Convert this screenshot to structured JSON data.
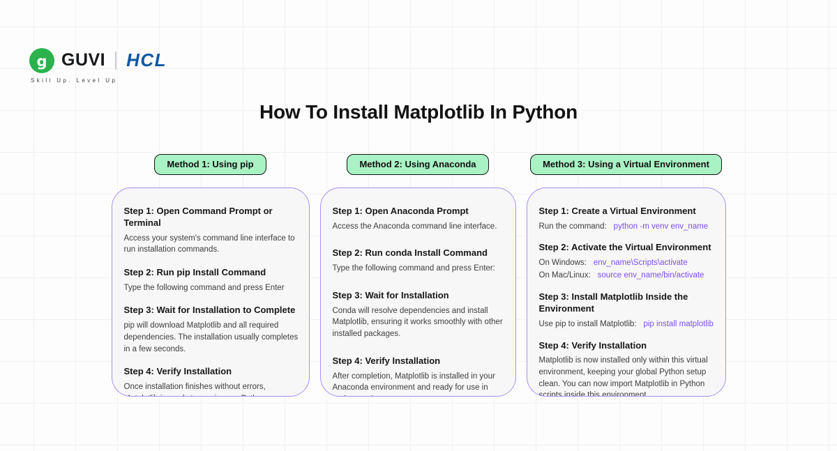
{
  "brand": {
    "guvi": "GUVI",
    "hcl": "HCL",
    "tagline": "Skill Up. Level Up"
  },
  "title": "How To Install Matplotlib In Python",
  "colors": {
    "pill_bg": "#A9F2C4",
    "pill_border": "#141414",
    "card_bg": "#F7F7F7",
    "card_border": "#A98FF5",
    "command_text": "#7C4DF0",
    "guvi_green": "#2BB24C",
    "hcl_blue": "#0E57A5"
  },
  "methods": [
    {
      "pill": "Method 1: Using pip",
      "steps": [
        {
          "heading": "Step 1: Open Command Prompt or Terminal",
          "text": "Access your system's command line interface to run installation commands."
        },
        {
          "heading": "Step 2: Run pip Install Command",
          "text": "Type the following command and press Enter"
        },
        {
          "heading": "Step 3: Wait for Installation to Complete",
          "text": "pip will download Matplotlib and all required dependencies. The installation usually completes in a few seconds."
        },
        {
          "heading": "Step 4: Verify Installation",
          "text": "Once installation finishes without errors, Matplotlib is ready to use in your Python projects. You can now import it in Python scripts to start creating plots."
        }
      ]
    },
    {
      "pill": "Method 2: Using Anaconda",
      "steps": [
        {
          "heading": "Step 1: Open Anaconda Prompt",
          "text": "Access the Anaconda command line interface."
        },
        {
          "heading": "Step 2: Run conda Install Command",
          "text": "Type the following command and press Enter:"
        },
        {
          "heading": "Step 3: Wait for Installation",
          "text": "Conda will resolve dependencies and install Matplotlib, ensuring it works smoothly with other installed packages."
        },
        {
          "heading": "Step 4: Verify Installation",
          "text": "After completion, Matplotlib is installed in your Anaconda environment and ready for use in Python projects."
        }
      ]
    },
    {
      "pill": "Method 3: Using a Virtual Environment",
      "steps": [
        {
          "heading": "Step 1: Create a Virtual Environment",
          "lines": [
            {
              "label": "Run the command:",
              "command": "python -m venv env_name"
            }
          ]
        },
        {
          "heading": "Step 2: Activate the Virtual Environment",
          "lines": [
            {
              "label": "On Windows:",
              "command": "env_name\\Scripts\\activate"
            },
            {
              "label": "On Mac/Linux:",
              "command": "source env_name/bin/activate"
            }
          ]
        },
        {
          "heading": "Step 3: Install Matplotlib Inside the Environment",
          "lines": [
            {
              "label": "Use pip to install Matplotlib:",
              "command": "pip install matplotlib"
            }
          ]
        },
        {
          "heading": "Step 4: Verify Installation",
          "text": "Matplotlib is now installed only within this virtual environment, keeping your global Python setup clean. You can now import Matplotlib in Python scripts inside this environment."
        }
      ]
    }
  ]
}
